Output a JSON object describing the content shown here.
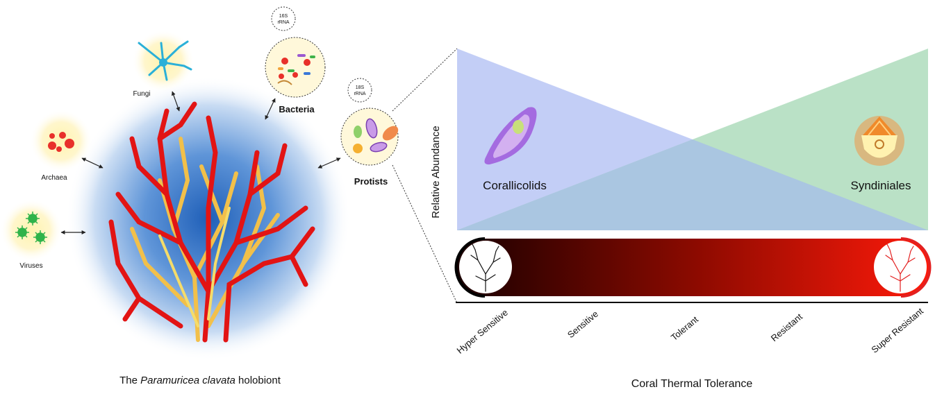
{
  "left_panel": {
    "caption_prefix": "The ",
    "caption_species": "Paramuricea clavata",
    "caption_suffix": " holobiont",
    "members": {
      "fungi": "Fungi",
      "archaea": "Archaea",
      "viruses": "Viruses",
      "bacteria": "Bacteria",
      "protists": "Protists"
    },
    "markers": {
      "bacteria_line1": "16S",
      "bacteria_line2": "rRNA",
      "protists_line1": "18S",
      "protists_line2": "rRNA"
    }
  },
  "right_panel": {
    "y_axis_label": "Relative Abundance",
    "x_axis_label": "Coral Thermal Tolerance",
    "groups": [
      {
        "name": "Corallicolids",
        "color": "#b8c6f5"
      },
      {
        "name": "Syndiniales",
        "color": "#a9d9b8"
      }
    ],
    "tolerance_levels": [
      "Hyper Sensitive",
      "Sensitive",
      "Tolerant",
      "Resistant",
      "Super Resistant"
    ],
    "gradient_colors": [
      "#1a0000",
      "#8b0a00",
      "#ff1a0a"
    ]
  }
}
